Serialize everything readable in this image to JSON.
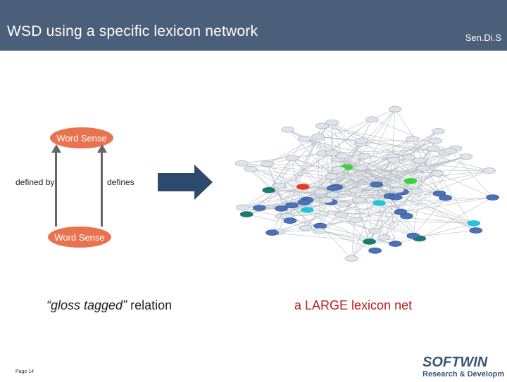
{
  "header": {
    "title": "WSD using a specific lexicon network",
    "brand": "Sen.Di.S"
  },
  "diagram": {
    "top_node": "Word Sense",
    "bottom_node": "Word Sense",
    "left_edge_label": "defined by",
    "right_edge_label": "defines"
  },
  "captions": {
    "relation_quoted": "“gloss tagged”",
    "relation_rest": " relation",
    "network": "a LARGE lexicon net"
  },
  "footer": {
    "page": "Page 14",
    "logo_main": "SOFTWIN",
    "logo_sub": "Research & Development"
  },
  "colors": {
    "header": "#4b5f7a",
    "node": "#e8734f",
    "arrow": "#2d4a6e",
    "caption_red": "#b81d1d"
  }
}
